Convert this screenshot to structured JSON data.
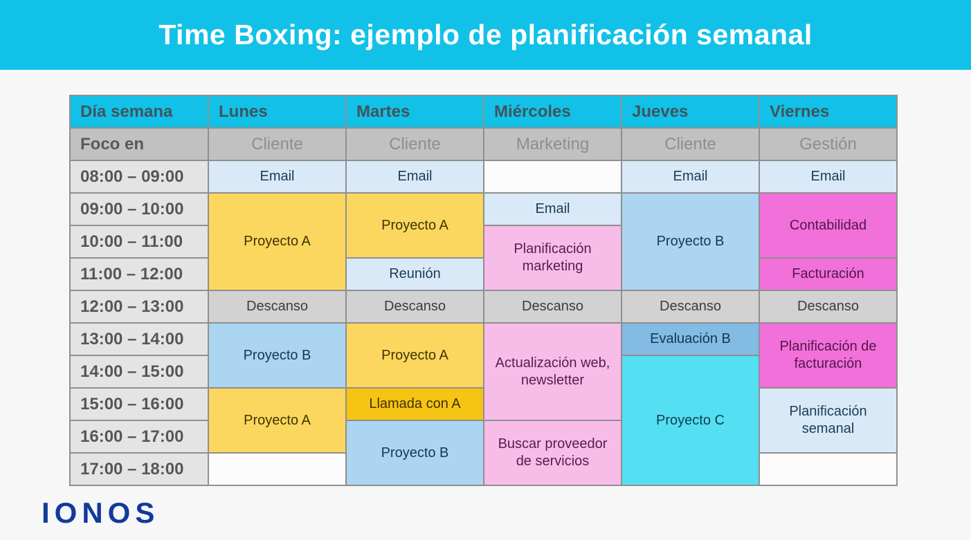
{
  "banner": {
    "title": "Time Boxing: ejemplo de planificación semanal"
  },
  "logo": {
    "text": "IONOS"
  },
  "colors": {
    "banner_cyan": "#12c1e7",
    "header_cyan": "#12c1e7",
    "focus_gray": "#c1c1c1",
    "time_gray": "#e4e4e4",
    "descanso_gray": "#d2d2d2",
    "light_blue": "#d9e9f8",
    "yellow": "#fbd75f",
    "gold": "#f6c513",
    "sky_blue": "#abd5f0",
    "medium_blue": "#83bbe5",
    "cyan": "#55dff2",
    "pink": "#f8bce9",
    "magenta": "#f170da",
    "logo_blue": "#123a9b"
  },
  "table": {
    "columns": [
      "Día semana",
      "Lunes",
      "Martes",
      "Miércoles",
      "Jueves",
      "Viernes"
    ],
    "focus_row": {
      "label": "Foco en",
      "values": [
        "Cliente",
        "Cliente",
        "Marketing",
        "Cliente",
        "Gestión"
      ]
    },
    "time_slots": [
      "08:00 – 09:00",
      "09:00 – 10:00",
      "10:00 – 11:00",
      "11:00 – 12:00",
      "12:00 – 13:00",
      "13:00 – 14:00",
      "14:00 – 15:00",
      "15:00 – 16:00",
      "16:00 – 17:00",
      "17:00 – 18:00"
    ],
    "activities": {
      "lunes": {
        "email": "Email",
        "proyecto_a_manana": "Proyecto A",
        "descanso": "Descanso",
        "proyecto_b": "Proyecto B",
        "proyecto_a_tarde": "Proyecto A"
      },
      "martes": {
        "email": "Email",
        "proyecto_a_manana": "Proyecto A",
        "reunion": "Reunión",
        "descanso": "Descanso",
        "proyecto_a_tarde": "Proyecto A",
        "llamada_con_a": "Llamada con A",
        "proyecto_b": "Proyecto B"
      },
      "miercoles": {
        "email": "Email",
        "planificacion_marketing": "Planificación marketing",
        "descanso": "Descanso",
        "actualizacion_web": "Actualización web, newsletter",
        "buscar_proveedor": "Buscar proveedor de servicios"
      },
      "jueves": {
        "email": "Email",
        "proyecto_b": "Proyecto B",
        "descanso": "Descanso",
        "evaluacion_b": "Evaluación B",
        "proyecto_c": "Proyecto C"
      },
      "viernes": {
        "email": "Email",
        "contabilidad": "Contabilidad",
        "facturacion": "Facturación",
        "descanso": "Descanso",
        "planificacion_facturacion": "Planificación de facturación",
        "planificacion_semanal": "Planificación semanal"
      }
    }
  },
  "chart_data": {
    "type": "table",
    "title": "Time Boxing: ejemplo de planificación semanal",
    "columns": [
      "Día semana",
      "Lunes",
      "Martes",
      "Miércoles",
      "Jueves",
      "Viernes"
    ],
    "rows": [
      [
        "Foco en",
        "Cliente",
        "Cliente",
        "Marketing",
        "Cliente",
        "Gestión"
      ],
      [
        "08:00 – 09:00",
        "Email",
        "Email",
        "",
        "Email",
        "Email"
      ],
      [
        "09:00 – 10:00",
        "Proyecto A",
        "Proyecto A",
        "Email",
        "Proyecto B",
        "Contabilidad"
      ],
      [
        "10:00 – 11:00",
        "Proyecto A",
        "Proyecto A",
        "Planificación marketing",
        "Proyecto B",
        "Contabilidad"
      ],
      [
        "11:00 – 12:00",
        "Proyecto A",
        "Reunión",
        "Planificación marketing",
        "Proyecto B",
        "Facturación"
      ],
      [
        "12:00 – 13:00",
        "Descanso",
        "Descanso",
        "Descanso",
        "Descanso",
        "Descanso"
      ],
      [
        "13:00 – 14:00",
        "Proyecto B",
        "Proyecto A",
        "Actualización web, newsletter",
        "Evaluación B",
        "Planificación de facturación"
      ],
      [
        "14:00 – 15:00",
        "Proyecto B",
        "Proyecto A",
        "Actualización web, newsletter",
        "Proyecto C",
        "Planificación de facturación"
      ],
      [
        "15:00 – 16:00",
        "Proyecto A",
        "Llamada con A",
        "Actualización web, newsletter",
        "Proyecto C",
        "Planificación semanal"
      ],
      [
        "16:00 – 17:00",
        "Proyecto A",
        "Proyecto B",
        "Buscar proveedor de servicios",
        "Proyecto C",
        "Planificación semanal"
      ],
      [
        "17:00 – 18:00",
        "",
        "Proyecto B",
        "Buscar proveedor de servicios",
        "Proyecto C",
        ""
      ]
    ]
  }
}
